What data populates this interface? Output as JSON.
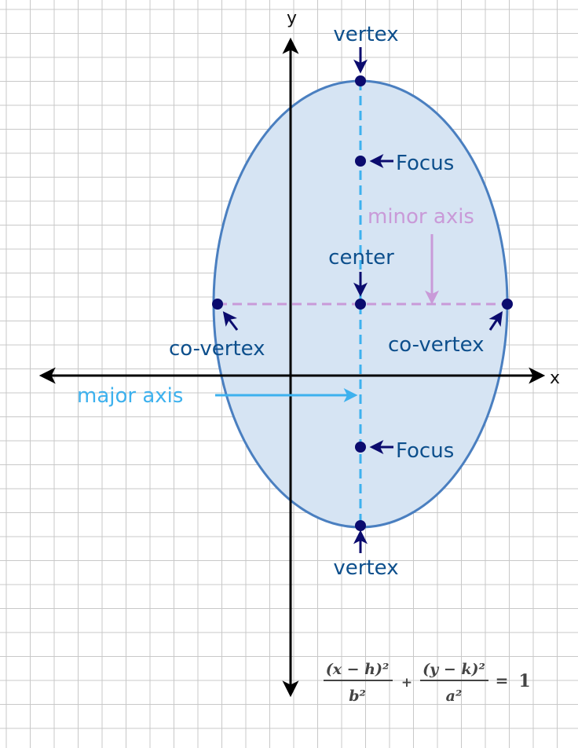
{
  "axes": {
    "x_label": "x",
    "y_label": "y"
  },
  "labels": {
    "vertex_top": "vertex",
    "vertex_bottom": "vertex",
    "focus_top": "Focus",
    "focus_bottom": "Focus",
    "center": "center",
    "minor_axis": "minor axis",
    "major_axis": "major axis",
    "co_vertex_left": "co-vertex",
    "co_vertex_right": "co-vertex"
  },
  "equation": {
    "num1": "(x − h)²",
    "den1": "b²",
    "plus": "+",
    "num2": "(y − k)²",
    "den2": "a²",
    "equals": "=",
    "rhs": "1"
  },
  "colors": {
    "grid": "#c8c8c8",
    "ellipse_fill": "#d6e4f3",
    "ellipse_stroke": "#4a7fc0",
    "point": "#0b0b6e",
    "label_text": "#0d4f8c",
    "major_axis": "#3db1ee",
    "minor_axis": "#c99ad8",
    "axis": "#000000"
  }
}
